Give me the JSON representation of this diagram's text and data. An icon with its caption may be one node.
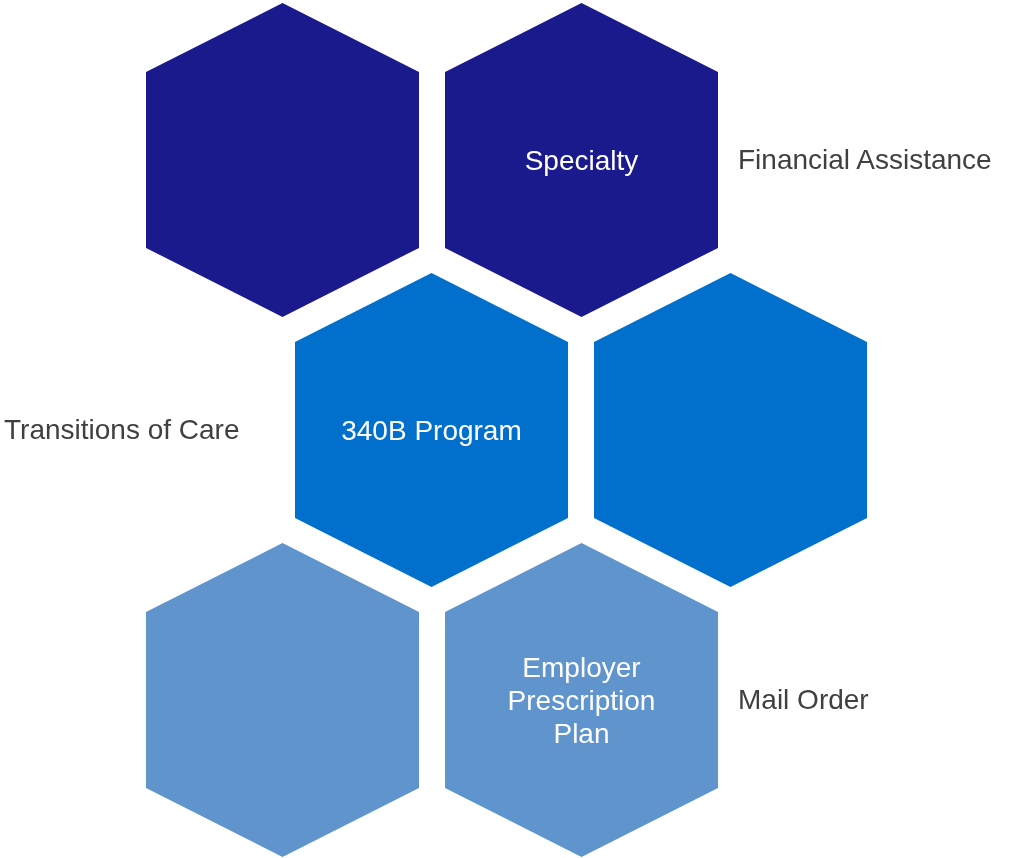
{
  "diagram": {
    "nodes": [
      {
        "text": [],
        "shape": "hexagon"
      },
      {
        "text": [
          "Specialty"
        ]
      },
      {
        "text": [
          "340B Program"
        ]
      },
      {
        "text": [],
        "shape": "hexagon"
      },
      {
        "text": [],
        "shape": "hexagon"
      },
      {
        "text": [
          "Employer Prescription Plan"
        ]
      }
    ],
    "edges": [],
    "labels": [
      "Financial Assistance",
      "Transitions of Care",
      "Mail Order"
    ]
  }
}
